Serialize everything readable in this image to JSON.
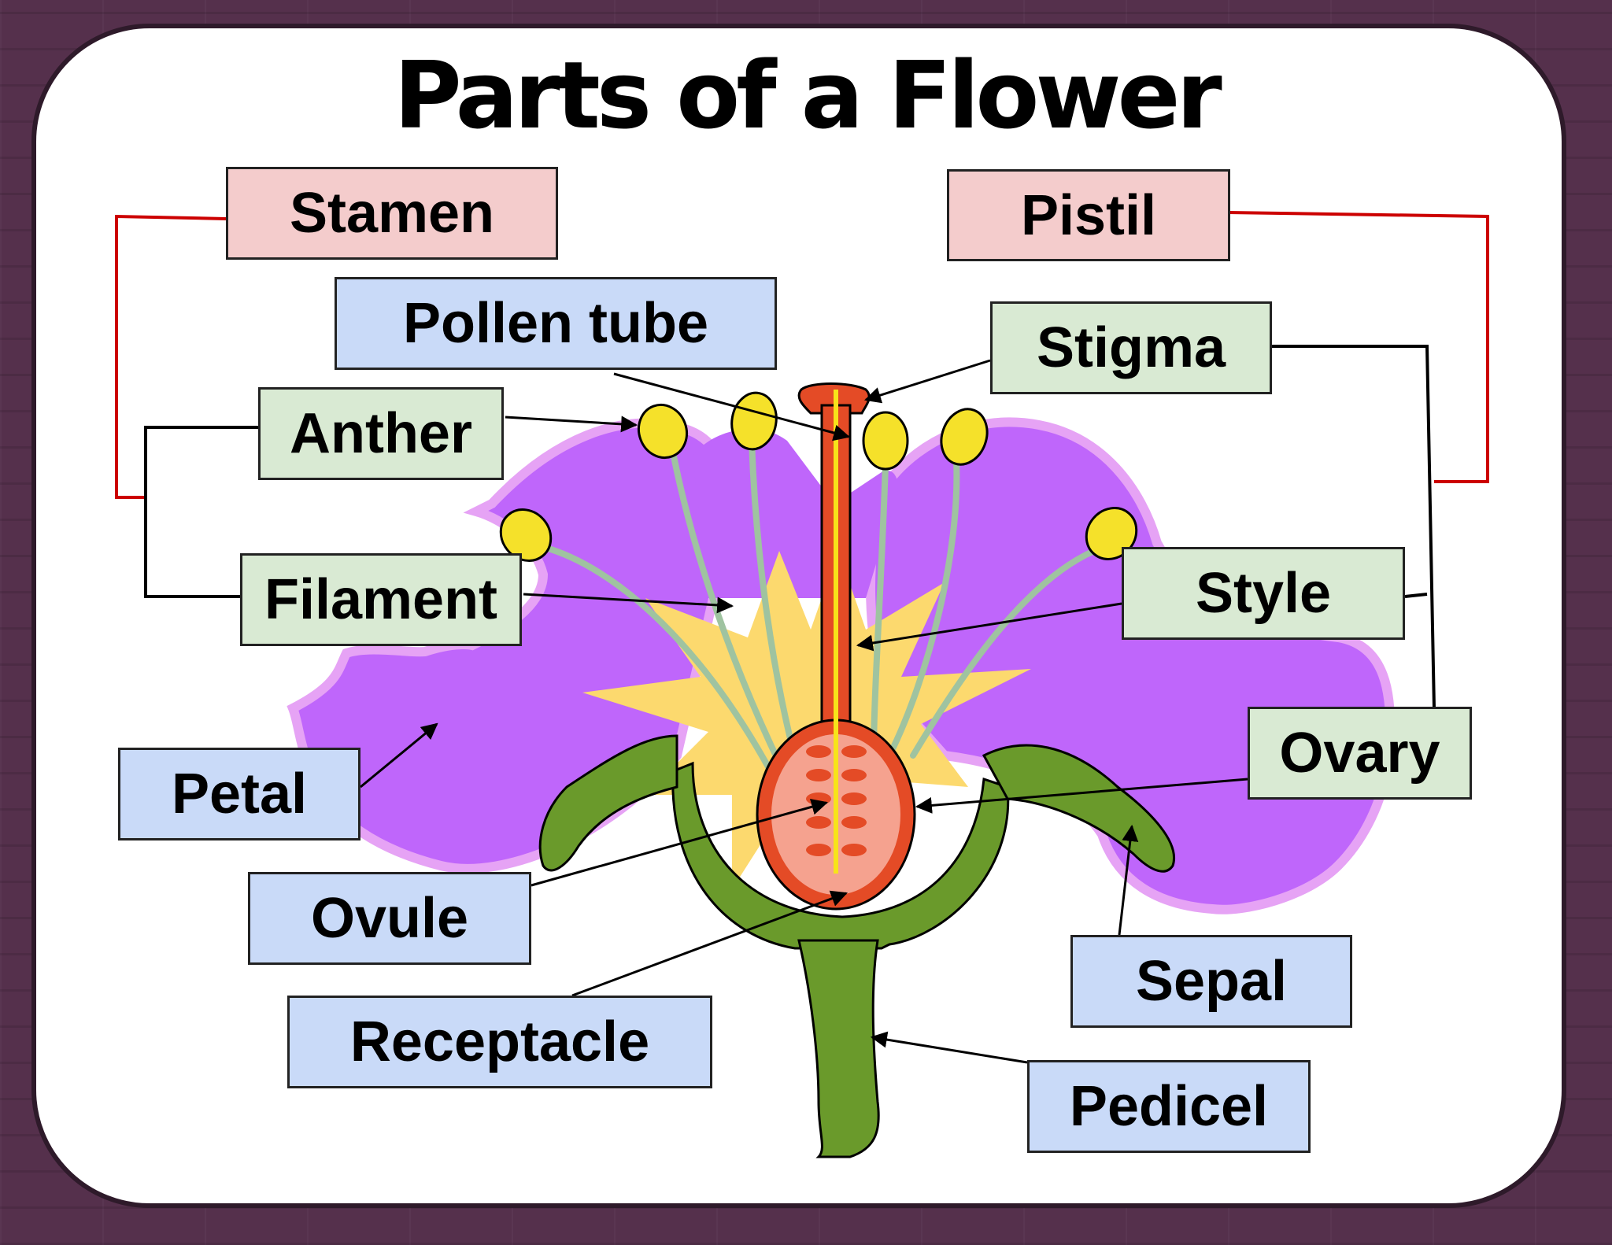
{
  "title": "Parts of a Flower",
  "colors": {
    "petal": "#bf66fb",
    "petal_edge": "#e6a3f5",
    "sepal": "#6a9a2b",
    "center": "#fcd96e",
    "anther": "#f5e12a",
    "pistil": "#e44b26",
    "ovary": "#f5a28f",
    "group_connector": "#cc0000",
    "label_group": "#f4cccc",
    "label_part": "#d9ead3",
    "label_other": "#c9daf8"
  },
  "labels": {
    "stamen": "Stamen",
    "pistil": "Pistil",
    "pollen_tube": "Pollen tube",
    "stigma": "Stigma",
    "anther": "Anther",
    "filament": "Filament",
    "style": "Style",
    "ovary": "Ovary",
    "petal": "Petal",
    "ovule": "Ovule",
    "receptacle": "Receptacle",
    "sepal": "Sepal",
    "pedicel": "Pedicel"
  }
}
